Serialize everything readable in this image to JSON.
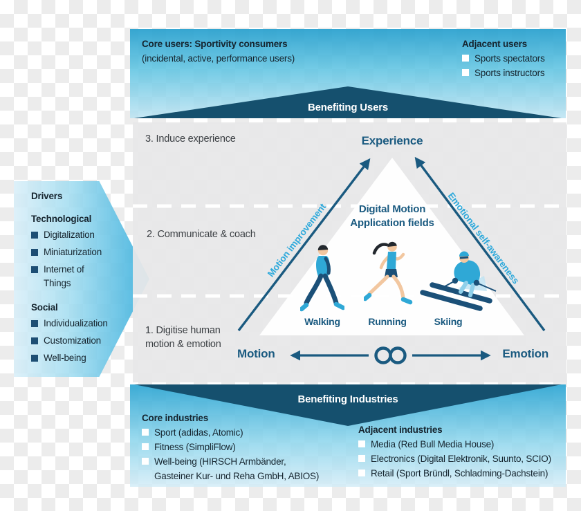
{
  "colors": {
    "dark_triangle": "#15506e",
    "blue_text": "#1a5a80",
    "light_blue_text": "#2ea9db",
    "banner_blue_top": "#28a0ce",
    "panel_gray": "#e8e8e9"
  },
  "top_banner": {
    "core_users_title": "Core users: Sportivity consumers",
    "core_users_sub": "(incidental, active, performance users)",
    "adjacent_title": "Adjacent users",
    "adjacent_items": [
      "Sports spectators",
      "Sports instructors"
    ],
    "triangle_label": "Benefiting Users"
  },
  "drivers": {
    "title": "Drivers",
    "tech_title": "Technological",
    "tech_items": [
      "Digitalization",
      "Miniaturization",
      "Internet of Things"
    ],
    "social_title": "Social",
    "social_items": [
      "Individualization",
      "Customization",
      "Well-being"
    ]
  },
  "pyramid": {
    "level_3": "3. Induce experience",
    "level_2": "2. Communicate & coach",
    "level_1a": "1. Digitise human",
    "level_1b": "motion & emotion",
    "experience": "Experience",
    "triangle_title_1": "Digital Motion",
    "triangle_title_2": "Application fields",
    "left_axis": "Motion improvement",
    "right_axis": "Emotional self-awareness",
    "activities": [
      "Walking",
      "Running",
      "Skiing"
    ],
    "motion": "Motion",
    "emotion": "Emotion"
  },
  "bottom_banner": {
    "triangle_label": "Benefiting Industries",
    "core_title": "Core industries",
    "core_items": [
      "Sport (adidas, Atomic)",
      "Fitness (SimpliFlow)",
      "Well-being (HIRSCH Armbänder, Gasteiner Kur- und Reha GmbH, ABIOS)"
    ],
    "adjacent_title": "Adjacent industries",
    "adjacent_items": [
      "Media (Red Bull Media House)",
      "Electronics (Digital Elektronik, Suunto, SCIO)",
      "Retail (Sport Bründl, Schladming-Dachstein)"
    ]
  }
}
